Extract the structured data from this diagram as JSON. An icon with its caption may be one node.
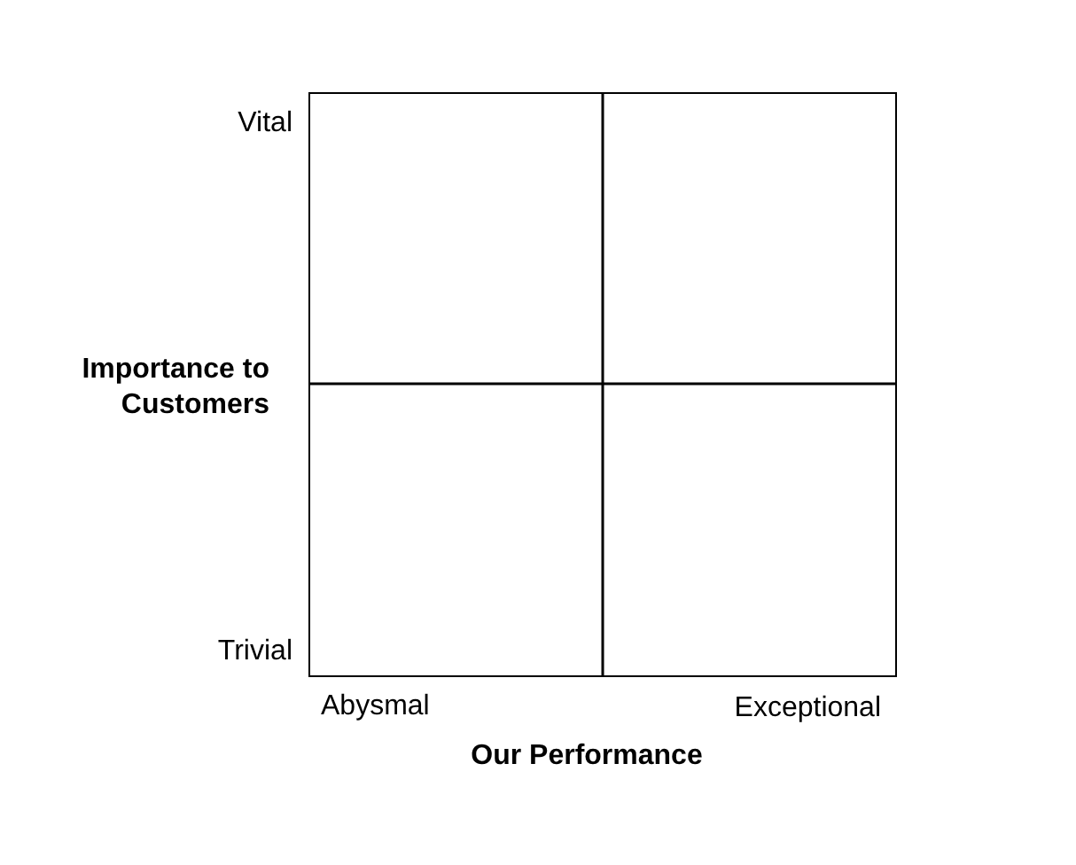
{
  "diagram": {
    "labels": [
      "Vital",
      "Importance to Customers",
      "Trivial",
      "Abysmal",
      "Exceptional",
      "Our Performance"
    ]
  }
}
